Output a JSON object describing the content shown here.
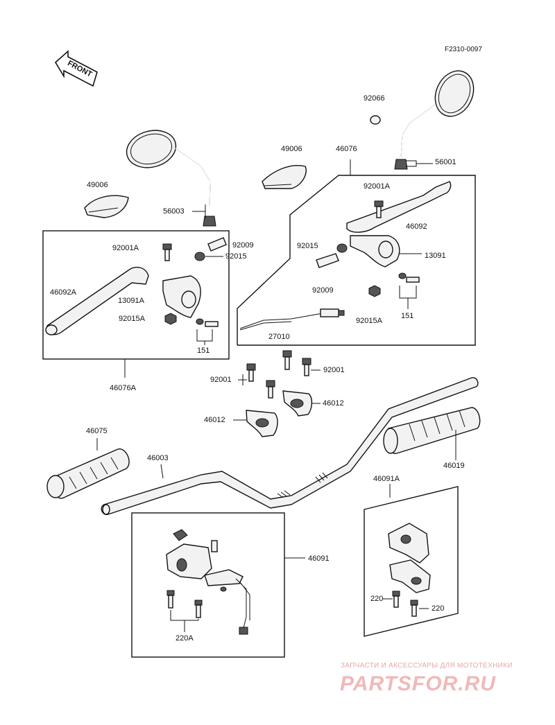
{
  "figure_code": "F2310-0097",
  "front_label": "FRONT",
  "labels": {
    "l92066": "92066",
    "l56001": "56001",
    "l49006_right": "49006",
    "l46076": "46076",
    "l92001A_right": "92001A",
    "l46092": "46092",
    "l92015": "92015",
    "l13091": "13091",
    "l92009_right": "92009",
    "l92015A_right": "92015A",
    "l151_right": "151",
    "l27010": "27010",
    "l49006_left": "49006",
    "l56003": "56003",
    "l92001A_left": "92001A",
    "l92009_left": "92009",
    "l92015_left": "92015",
    "l46092A": "46092A",
    "l13091A": "13091A",
    "l92015A_left": "92015A",
    "l151_left": "151",
    "l46076A": "46076A",
    "l92001_left": "92001",
    "l92001_right": "92001",
    "l46012_right": "46012",
    "l46012_left": "46012",
    "l46075": "46075",
    "l46003": "46003",
    "l46019": "46019",
    "l46091A": "46091A",
    "l46091": "46091",
    "l220A": "220A",
    "l220_left": "220",
    "l220_right": "220"
  },
  "watermark": {
    "tagline": "ЗАПЧАСТИ И АКСЕССУАРЫ ДЛЯ МОТОТЕХНИКИ",
    "brand": "PARTSFOR.RU"
  }
}
